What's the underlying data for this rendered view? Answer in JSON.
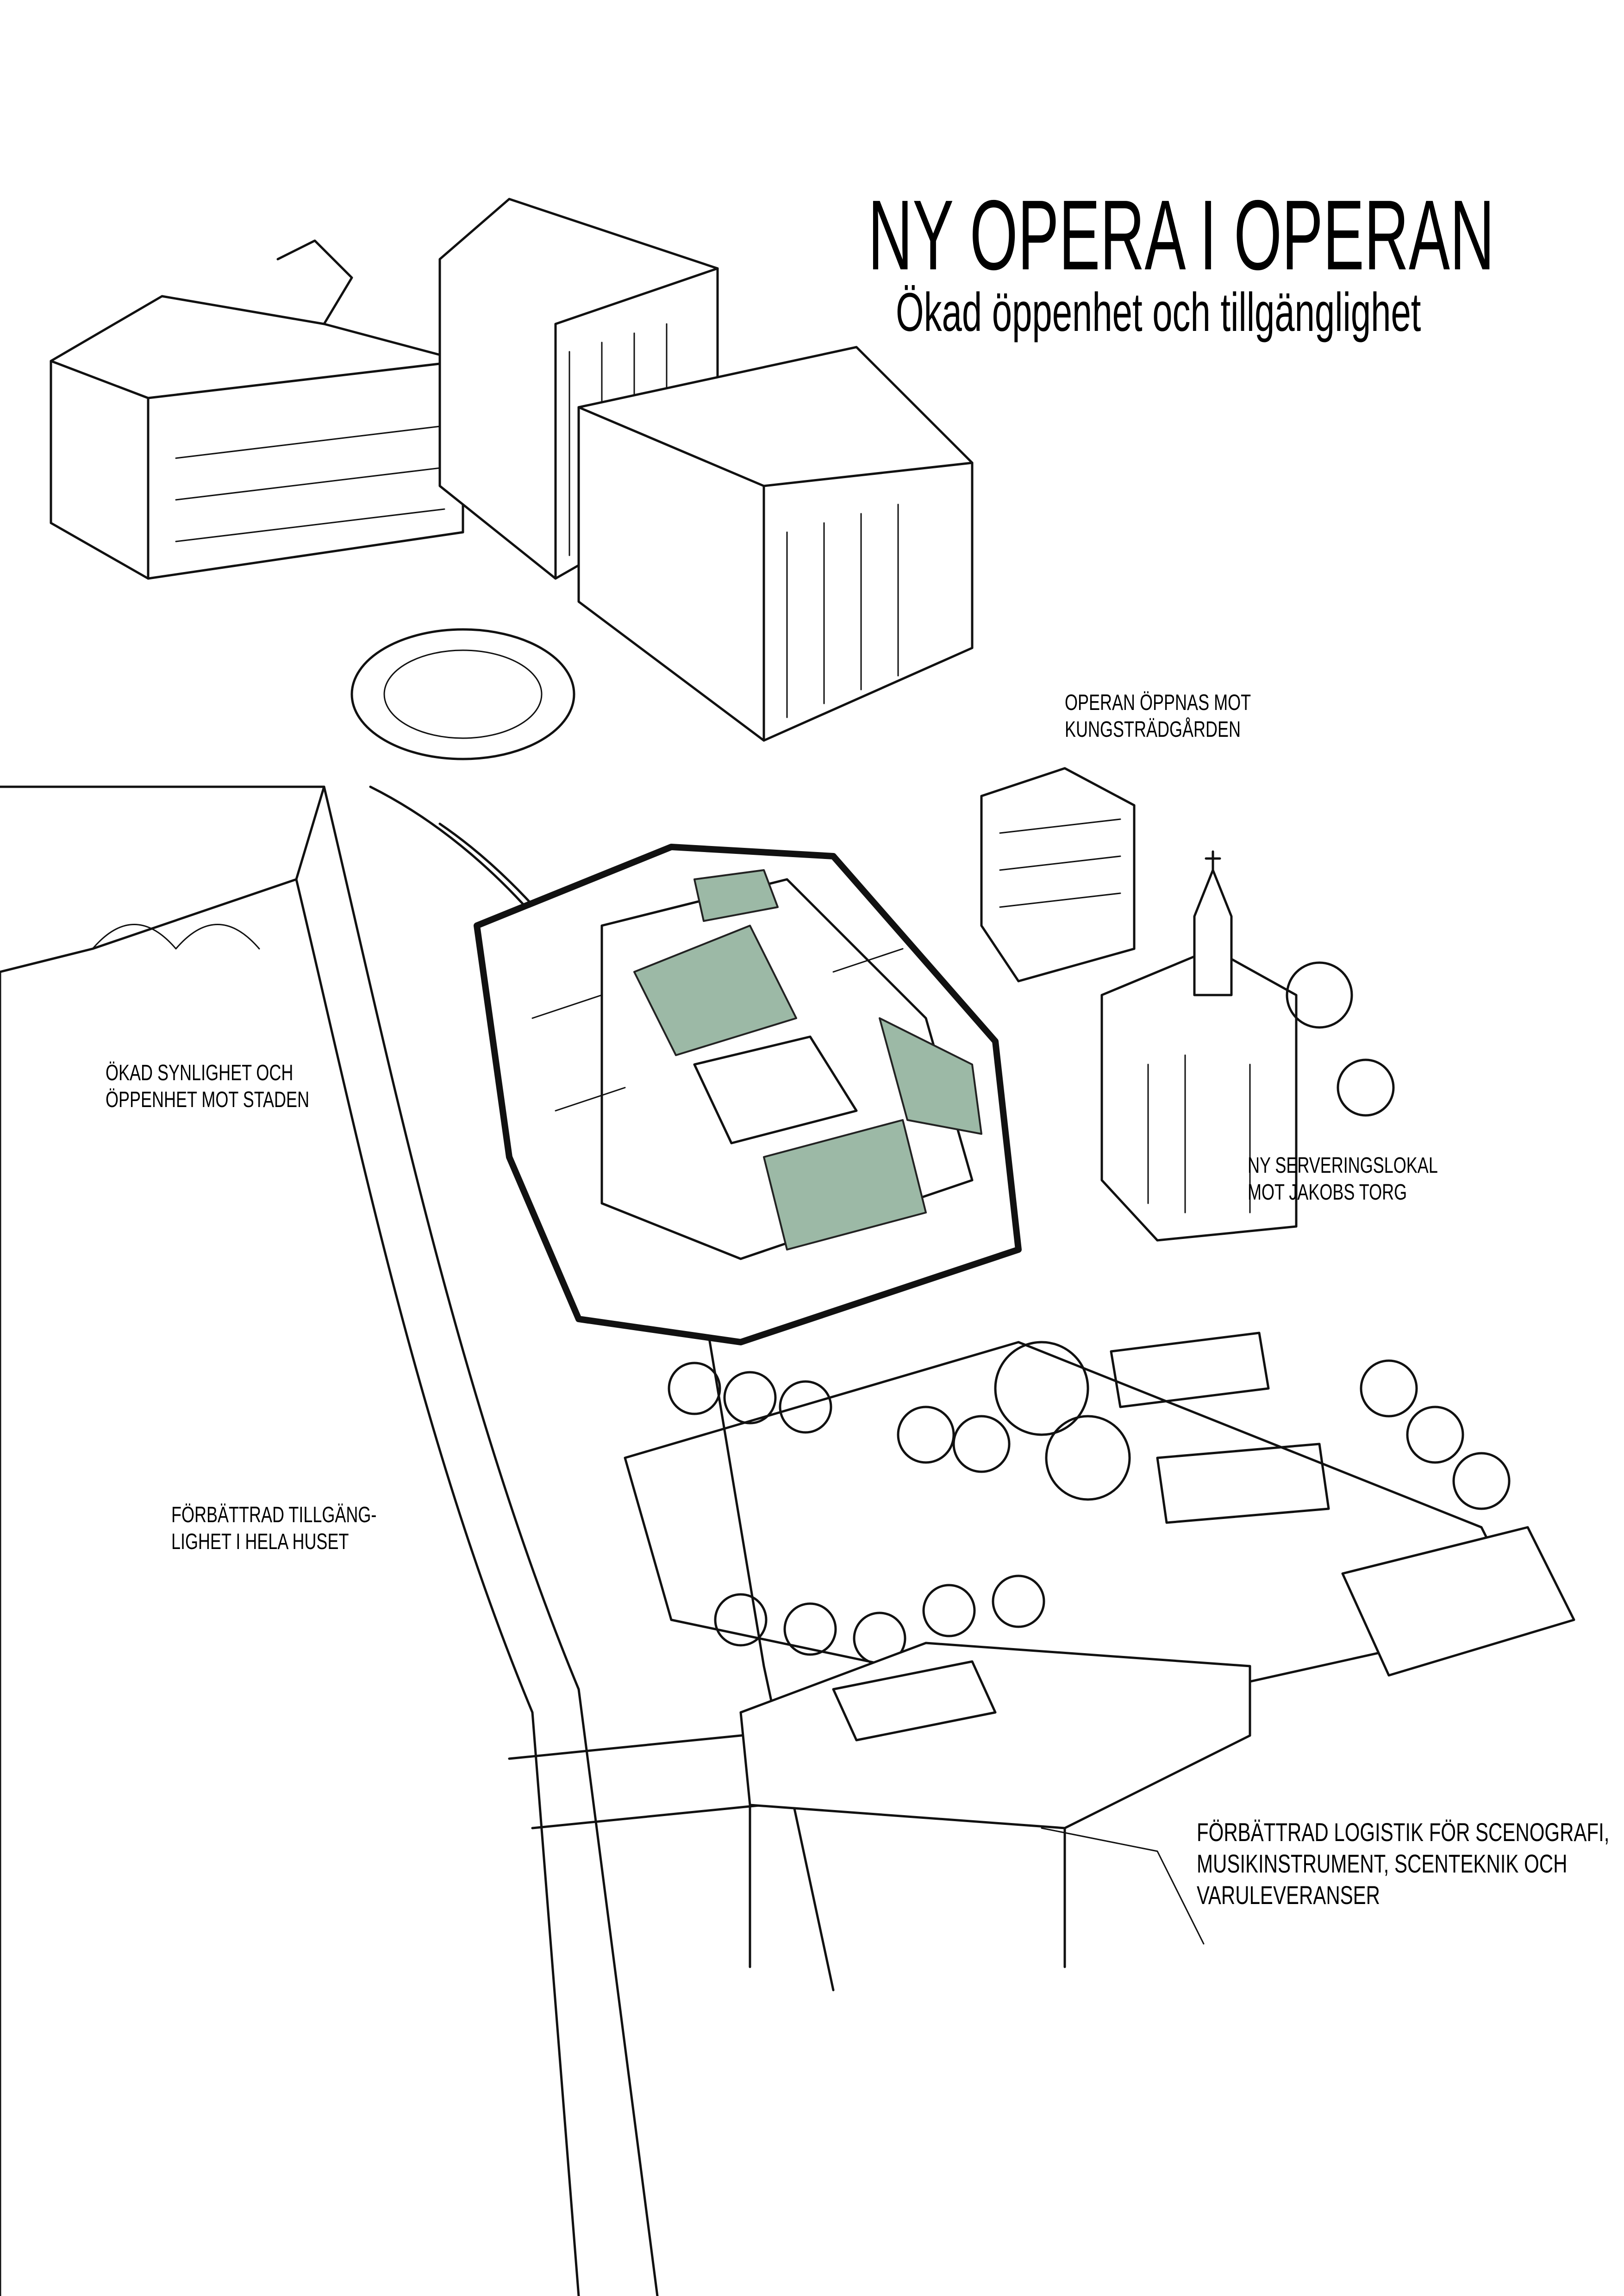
{
  "title": "NY OPERA I OPERAN",
  "subtitle": "Ökad öppenhet och tillgänglighet",
  "annotations": [
    {
      "lines": [
        "OPERAN ÖPPNAS MOT",
        "KUNGSTRÄDGÅRDEN"
      ]
    },
    {
      "lines": [
        "ÖKAD SYNLIGHET OCH",
        "ÖPPENHET MOT STADEN"
      ]
    },
    {
      "lines": [
        "NY SERVERINGSLOKAL",
        "MOT JAKOBS TORG"
      ]
    },
    {
      "lines": [
        "FÖRBÄTTRAD TILLGÄNG-",
        "LIGHET I HELA HUSET"
      ]
    },
    {
      "lines": [
        "FÖRBÄTTRAD LOGISTIK FÖR SCENOGRAFI,",
        "MUSIKINSTRUMENT, SCENTEKNIK OCH",
        "VARULEVERANSER"
      ]
    }
  ],
  "colors": {
    "highlight_green": "#9cb9a6",
    "ink": "#111111"
  }
}
